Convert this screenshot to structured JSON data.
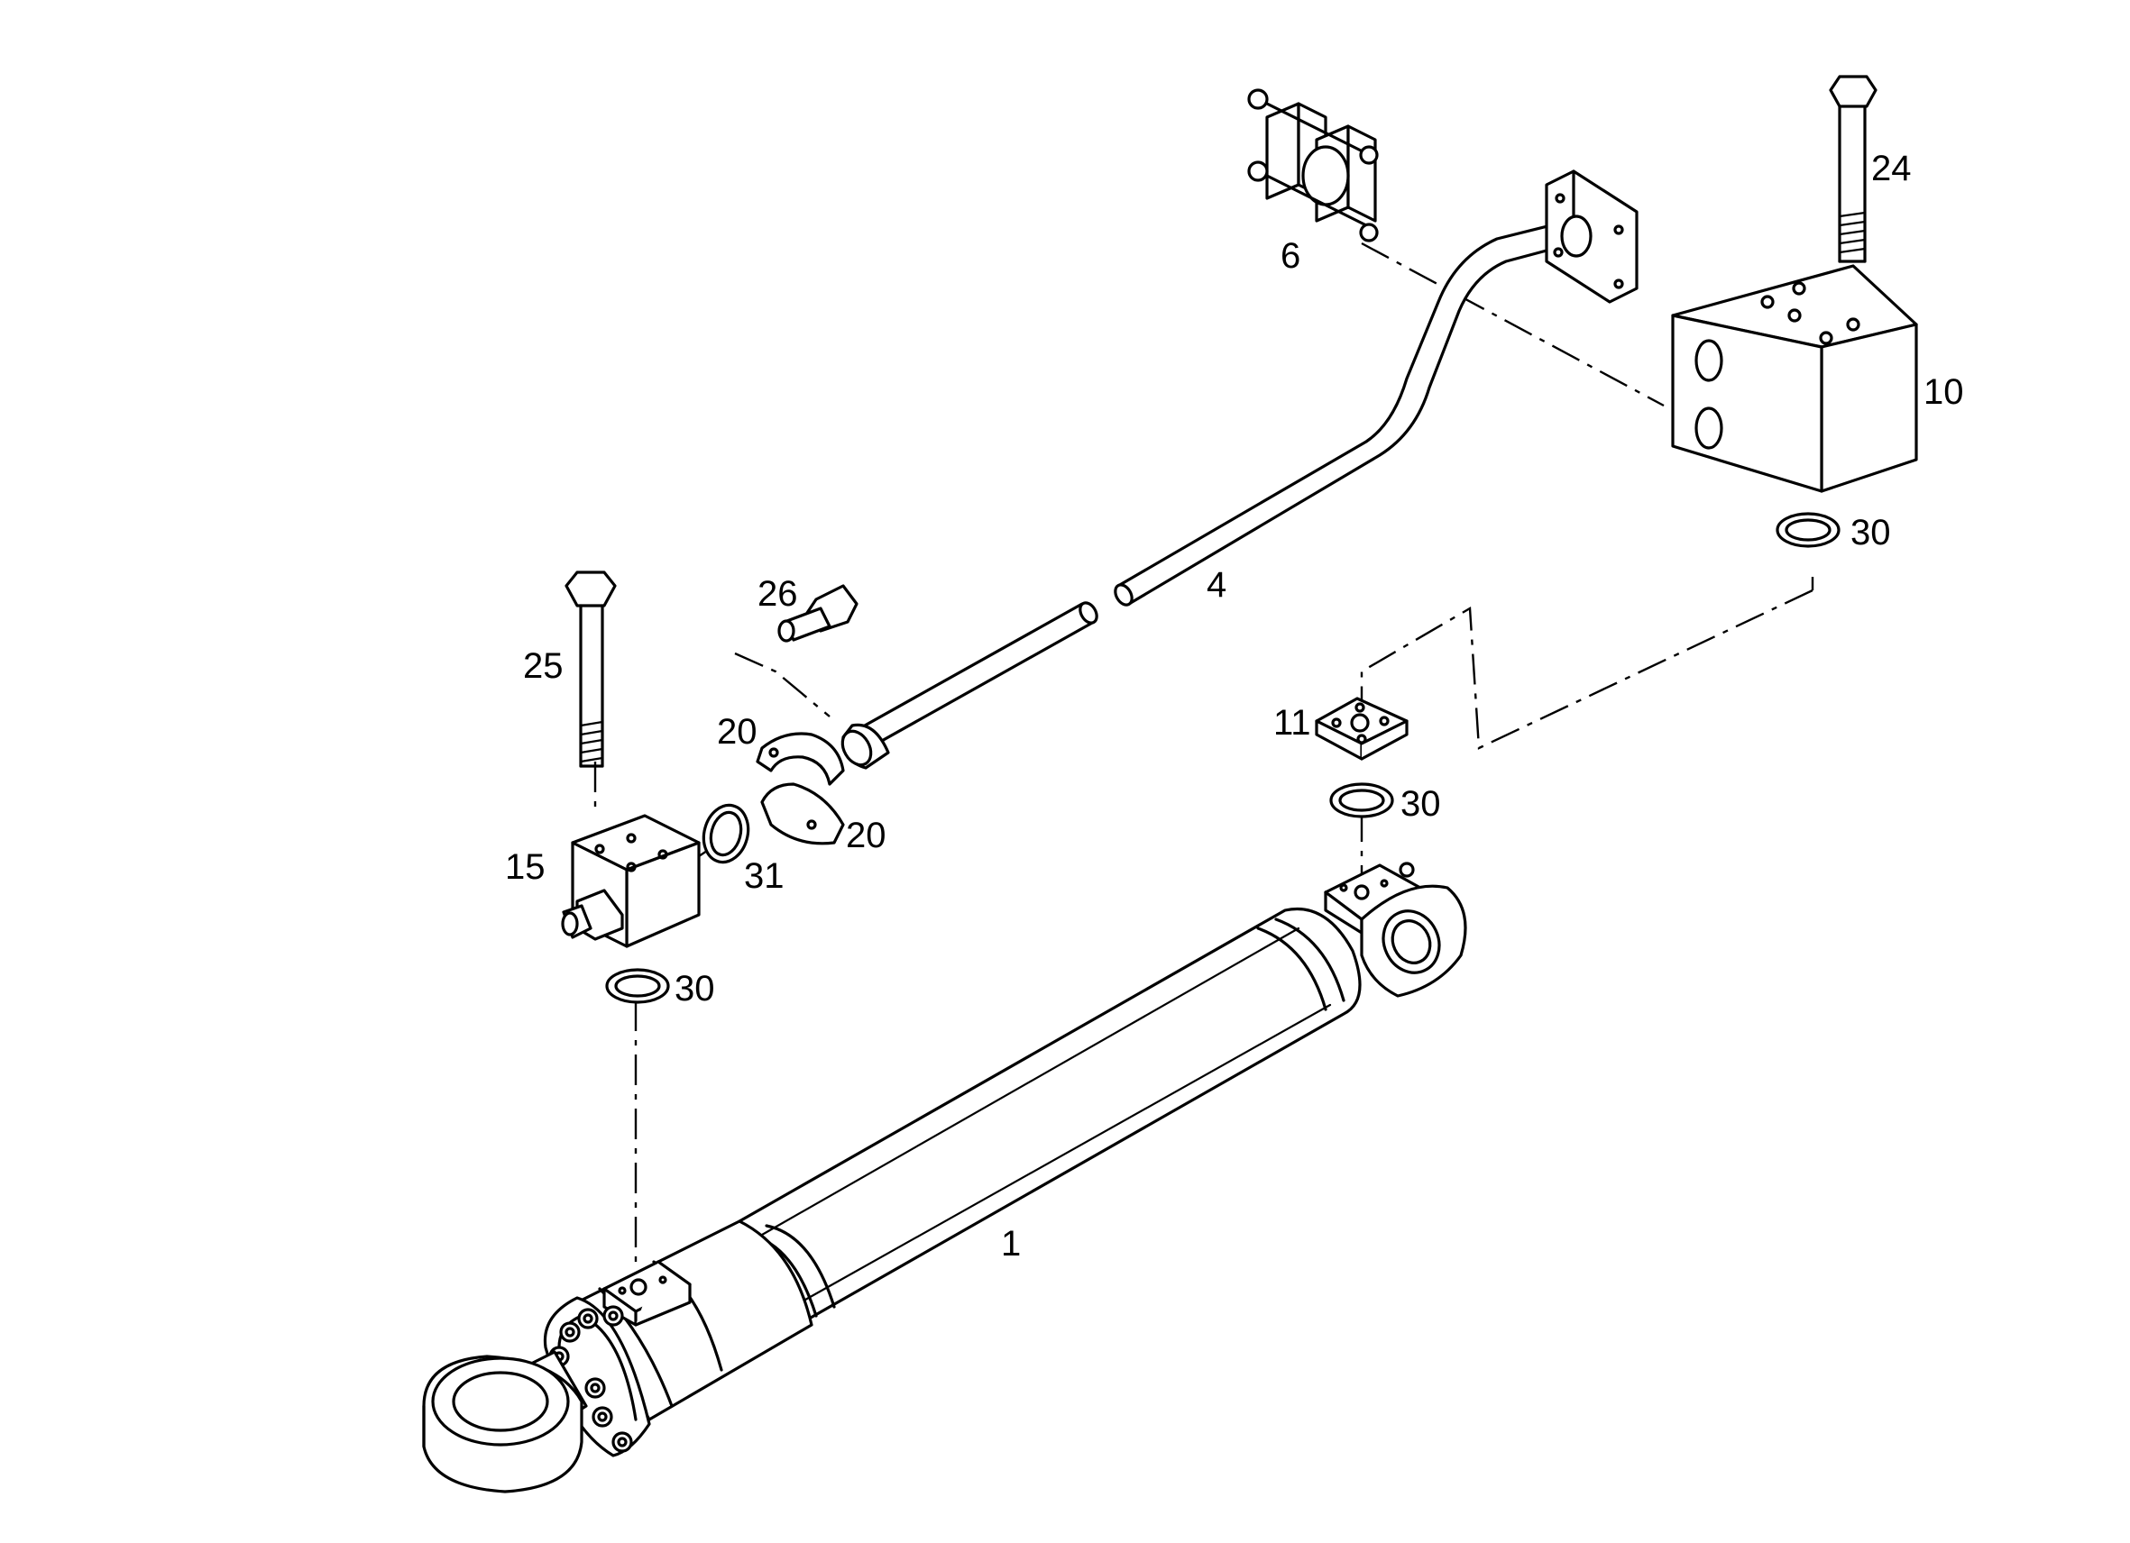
{
  "diagram": {
    "part_labels": [
      {
        "id": "p1",
        "text": "1"
      },
      {
        "id": "p4",
        "text": "4"
      },
      {
        "id": "p6",
        "text": "6"
      },
      {
        "id": "p10",
        "text": "10"
      },
      {
        "id": "p11",
        "text": "11"
      },
      {
        "id": "p15",
        "text": "15"
      },
      {
        "id": "p20a",
        "text": "20"
      },
      {
        "id": "p20b",
        "text": "20"
      },
      {
        "id": "p24",
        "text": "24"
      },
      {
        "id": "p25",
        "text": "25"
      },
      {
        "id": "p26",
        "text": "26"
      },
      {
        "id": "p30a",
        "text": "30"
      },
      {
        "id": "p30b",
        "text": "30"
      },
      {
        "id": "p30c",
        "text": "30"
      },
      {
        "id": "p31",
        "text": "31"
      }
    ],
    "colors": {
      "ink": "#000000",
      "paper": "#ffffff"
    }
  }
}
